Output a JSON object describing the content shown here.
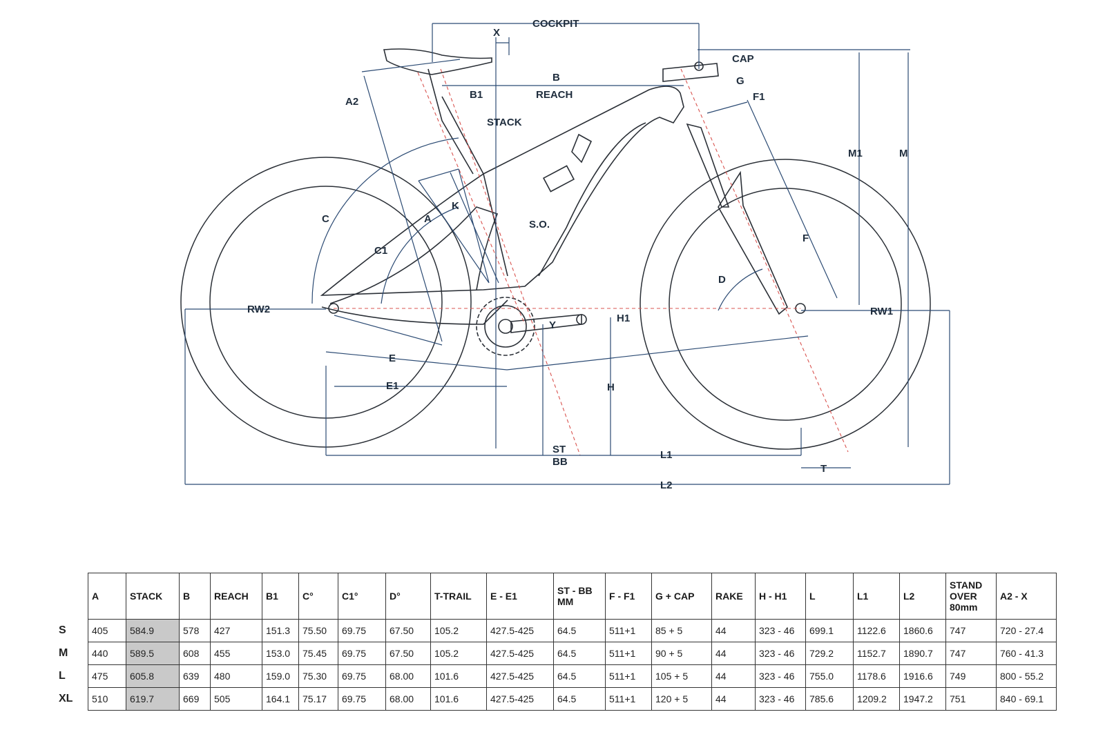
{
  "diagram": {
    "labels": {
      "cockpit": "COCKPIT",
      "x": "X",
      "cap": "CAP",
      "g": "G",
      "f1": "F1",
      "b": "B",
      "reach": "REACH",
      "b1": "B1",
      "a2": "A2",
      "stack": "STACK",
      "c": "C",
      "k": "K",
      "a": "A",
      "so": "S.O.",
      "c1": "C1",
      "f": "F",
      "m1": "M1",
      "m": "M",
      "d": "D",
      "rw2": "RW2",
      "rw1": "RW1",
      "h1": "H1",
      "y": "Y",
      "e": "E",
      "e1": "E1",
      "h": "H",
      "st": "ST",
      "bb": "BB",
      "l1": "L1",
      "t": "T",
      "l2": "L2"
    }
  },
  "table": {
    "headers": [
      "A",
      "STACK",
      "B",
      "REACH",
      "B1",
      "C°",
      "C1°",
      "D°",
      "T-TRAIL",
      "E - E1",
      "ST - BB MM",
      "F - F1",
      "G + CAP",
      "RAKE",
      "H - H1",
      "L",
      "L1",
      "L2",
      "STAND OVER 80mm",
      "A2 - X"
    ],
    "rows": [
      {
        "size": "S",
        "cells": [
          "405",
          "584.9",
          "578",
          "427",
          "151.3",
          "75.50",
          "69.75",
          "67.50",
          "105.2",
          "427.5-425",
          "64.5",
          "511+1",
          "85 + 5",
          "44",
          "323 - 46",
          "699.1",
          "1122.6",
          "1860.6",
          "747",
          "720 - 27.4"
        ]
      },
      {
        "size": "M",
        "cells": [
          "440",
          "589.5",
          "608",
          "455",
          "153.0",
          "75.45",
          "69.75",
          "67.50",
          "105.2",
          "427.5-425",
          "64.5",
          "511+1",
          "90 + 5",
          "44",
          "323 - 46",
          "729.2",
          "1152.7",
          "1890.7",
          "747",
          "760 - 41.3"
        ]
      },
      {
        "size": "L",
        "cells": [
          "475",
          "605.8",
          "639",
          "480",
          "159.0",
          "75.30",
          "69.75",
          "68.00",
          "101.6",
          "427.5-425",
          "64.5",
          "511+1",
          "105 + 5",
          "44",
          "323 - 46",
          "755.0",
          "1178.6",
          "1916.6",
          "749",
          "800 - 55.2"
        ]
      },
      {
        "size": "XL",
        "cells": [
          "510",
          "619.7",
          "669",
          "505",
          "164.1",
          "75.17",
          "69.75",
          "68.00",
          "101.6",
          "427.5-425",
          "64.5",
          "511+1",
          "120 + 5",
          "44",
          "323 - 46",
          "785.6",
          "1209.2",
          "1947.2",
          "751",
          "840 - 69.1"
        ]
      }
    ],
    "highlight_column": 1,
    "highlight_color": "#c9c9c9"
  }
}
